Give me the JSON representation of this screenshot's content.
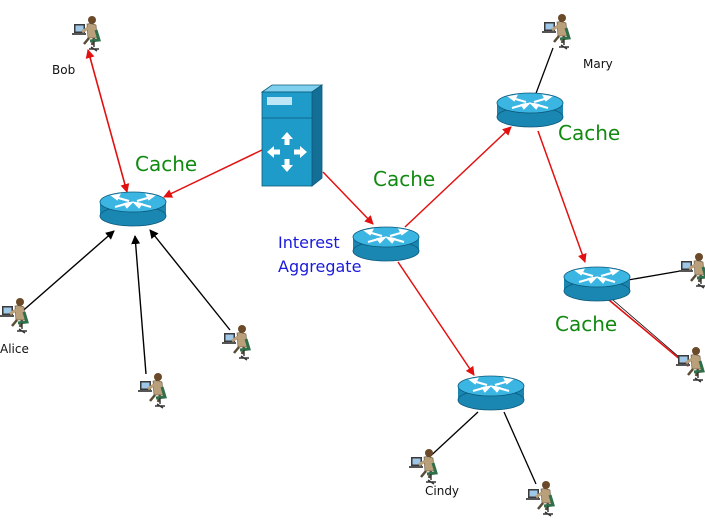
{
  "labels": {
    "cache_left": "Cache",
    "cache_center": "Cache",
    "cache_mary": "Cache",
    "cache_right": "Cache",
    "interest": "Interest",
    "aggregate": "Aggregate",
    "bob": "Bob",
    "mary": "Mary",
    "alice": "Alice",
    "cindy": "Cindy"
  },
  "colors": {
    "cache_text": "#128a12",
    "interest_text": "#1a1adc",
    "request_link": "#e31010",
    "plain_link": "#000000",
    "router_fill": "#1f9bc9",
    "server_fill": "#1f9bc9"
  },
  "icons": {
    "router": "router-icon",
    "server": "server-icon",
    "user": "user-workstation-icon"
  }
}
